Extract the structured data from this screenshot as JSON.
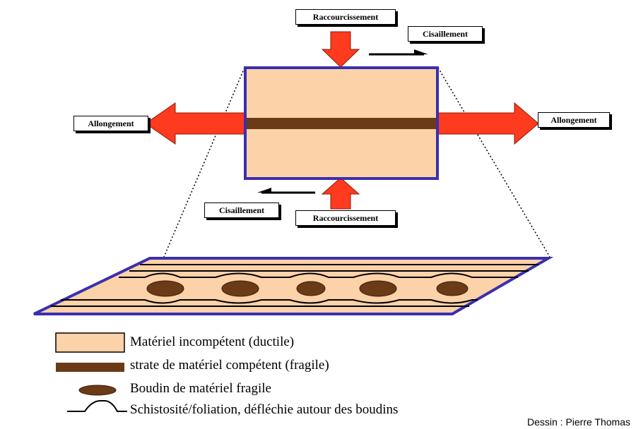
{
  "labels": {
    "shortening_top": "Raccourcissement",
    "shortening_bottom": "Raccourcissement",
    "shear_top": "Cisaillement",
    "shear_bottom": "Cisaillement",
    "elongation_left": "Allongement",
    "elongation_right": "Allongement"
  },
  "legend": [
    {
      "symbol": "incompetent-box",
      "text": "Matériel incompétent (ductile)"
    },
    {
      "symbol": "competent-bar",
      "text": "strate de matériel compétent (fragile)"
    },
    {
      "symbol": "boudin-ellipse",
      "text": "Boudin de matériel fragile"
    },
    {
      "symbol": "foliation-line",
      "text": "Schistosité/foliation, défléchie autour des boudins"
    }
  ],
  "credit": "Dessin : Pierre Thomas",
  "colors": {
    "ductile_fill": "#fcd2a8",
    "competent_strata": "#6b3a17",
    "boudin": "#6b3a17",
    "block_border": "#3a2fb0",
    "arrow_fill": "#ff3b1f",
    "arrow_stroke": "#8a1a08"
  }
}
